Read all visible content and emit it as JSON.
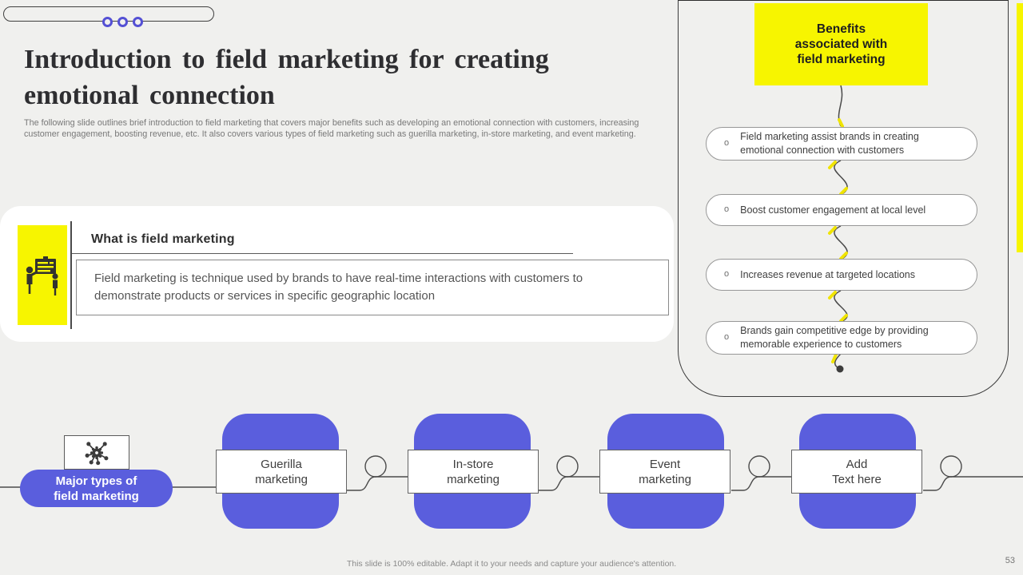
{
  "header": {
    "title_lines": [
      "Introduction to field marketing for creating",
      "emotional connection"
    ],
    "subtitle": "The following slide outlines brief introduction to field marketing that covers major benefits such as developing an emotional connection with customers, increasing customer engagement, boosting revenue, etc. It also covers various types of field marketing such as guerilla marketing, in-store marketing, and event marketing."
  },
  "definition_card": {
    "heading": "What is field marketing",
    "body": "Field marketing is technique used by brands to have real-time interactions with customers to demonstrate products or services in specific geographic location",
    "icon": "presenter-board-icon"
  },
  "benefits_panel": {
    "title": "Benefits associated with field marketing",
    "items": [
      {
        "bullet": "o",
        "text": "Field marketing assist brands in creating emotional connection with customers"
      },
      {
        "bullet": "o",
        "text": "Boost customer engagement at local level"
      },
      {
        "bullet": "o",
        "text": "Increases revenue at targeted locations"
      },
      {
        "bullet": "o",
        "text": "Brands gain competitive edge by providing memorable experience to customers"
      }
    ]
  },
  "types_section": {
    "label_lines": [
      "Major types of",
      "field marketing"
    ],
    "icon": "network-hub-icon",
    "blocks": [
      {
        "lines": [
          "Guerilla",
          "marketing"
        ]
      },
      {
        "lines": [
          "In-store",
          "marketing"
        ]
      },
      {
        "lines": [
          "Event",
          "marketing"
        ]
      },
      {
        "lines": [
          "Add",
          "Text here"
        ]
      }
    ]
  },
  "footer": {
    "note": "This slide is 100% editable. Adapt it to your needs and capture your audience's attention.",
    "page_number": "53"
  },
  "colors": {
    "accent_purple": "#5a5edd",
    "accent_yellow": "#f7f500",
    "background": "#f0f0ee"
  }
}
